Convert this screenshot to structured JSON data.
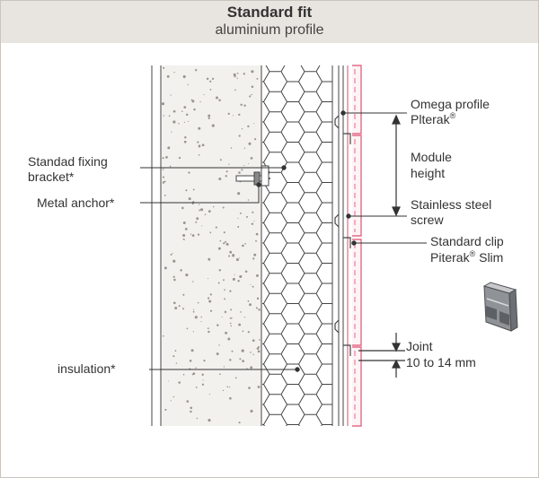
{
  "header": {
    "title": "Standard fit",
    "subtitle": "aluminium profile"
  },
  "labels": {
    "omega_line1": "Omega profile",
    "omega_line2": "Plterak",
    "omega_reg": "®",
    "module_line1": "Module",
    "module_line2": "height",
    "screw_line1": "Stainless steel",
    "screw_line2": "screw",
    "clip_line1": "Standard clip",
    "clip_line2_a": "Piterak",
    "clip_reg": "®",
    "clip_line2_b": " Slim",
    "joint_line1": "Joint",
    "joint_line2": "10 to 14 mm",
    "bracket_line1": "Standad fixing",
    "bracket_line2": "bracket*",
    "anchor": "Metal anchor*",
    "insulation": "insulation*"
  },
  "colors": {
    "header_bg": "#e8e4df",
    "cladding_pink": "#e46a86",
    "line": "#333333",
    "concrete": "#f3f1ee"
  }
}
